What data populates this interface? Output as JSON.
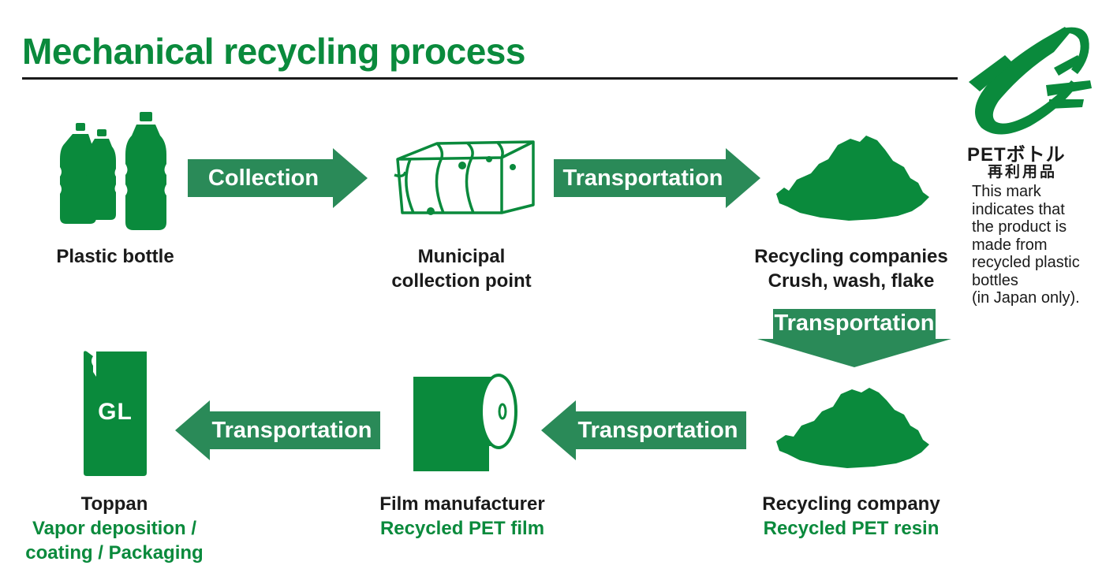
{
  "title": "Mechanical recycling process",
  "colors": {
    "brand_green": "#0a8a3c",
    "arrow_green": "#2a8a58",
    "text_dark": "#1a1a1a"
  },
  "steps": {
    "plastic_bottle": {
      "label": "Plastic bottle",
      "icon": "bottles-icon"
    },
    "municipal": {
      "label_line1": "Municipal",
      "label_line2": "collection point",
      "icon": "bale-icon"
    },
    "recycling_companies": {
      "label_line1": "Recycling companies",
      "label_line2": "Crush, wash, flake",
      "icon": "flakes-pile-icon"
    },
    "recycling_company": {
      "label": "Recycling company",
      "sublabel": "Recycled PET resin",
      "icon": "resin-pile-icon"
    },
    "film_manufacturer": {
      "label": "Film manufacturer",
      "sublabel": "Recycled PET film",
      "icon": "film-roll-icon"
    },
    "toppan": {
      "label": "Toppan",
      "sublabel_line1": "Vapor deposition /",
      "sublabel_line2": "coating / Packaging",
      "icon": "pouch-icon",
      "pouch_text": "GL"
    }
  },
  "arrows": {
    "a1": "Collection",
    "a2": "Transportation",
    "a3": "Transportation",
    "a4": "Transportation",
    "a5": "Transportation"
  },
  "mark": {
    "line1": "PETボトル",
    "line2": "再利用品",
    "note": "This mark\nindicates that\nthe product is\nmade from\nrecycled plastic\nbottles\n(in Japan only).",
    "icon": "pet-recycle-mark-icon"
  }
}
